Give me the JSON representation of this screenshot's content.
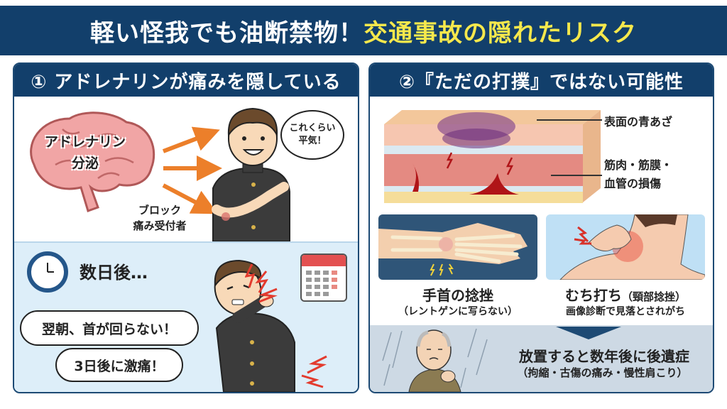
{
  "header": {
    "title_white": "軽い怪我でも油断禁物！",
    "title_yellow": "交通事故の隠れたリスク"
  },
  "left_panel": {
    "heading": "① アドレナリンが痛みを隠している",
    "brain_label_line1": "アドレナリン",
    "brain_label_line2": "分泌",
    "block_label_line1": "ブロック",
    "block_label_line2": "痛み受付者",
    "speech_line1": "これくらい",
    "speech_line2": "平気！",
    "days_later": "数日後…",
    "bubble1": "翌朝、首が回らない！",
    "bubble2": "3日後に激痛！"
  },
  "right_panel": {
    "heading": "②『ただの打撲』ではない可能性",
    "label_bruise": "表面の青あざ",
    "label_damage_line1": "筋肉・筋膜・",
    "label_damage_line2": "血管の損傷",
    "wrist_title": "手首の捻挫",
    "wrist_sub": "（レントゲンに写らない）",
    "whiplash_title": "むち打ち",
    "whiplash_title_paren": "（頸部捻挫）",
    "whiplash_sub": "画像診断で見落とされがち",
    "aftereffect_title": "放置すると数年後に後遺症",
    "aftereffect_sub": "（拘縮・古傷の痛み・慢性肩こり）"
  },
  "colors": {
    "navy": "#123f6b",
    "accent_yellow": "#f6e84c",
    "arrow_orange": "#ec7f2a",
    "light_blue": "#ddeef9",
    "pain_red": "#e33b2e"
  }
}
